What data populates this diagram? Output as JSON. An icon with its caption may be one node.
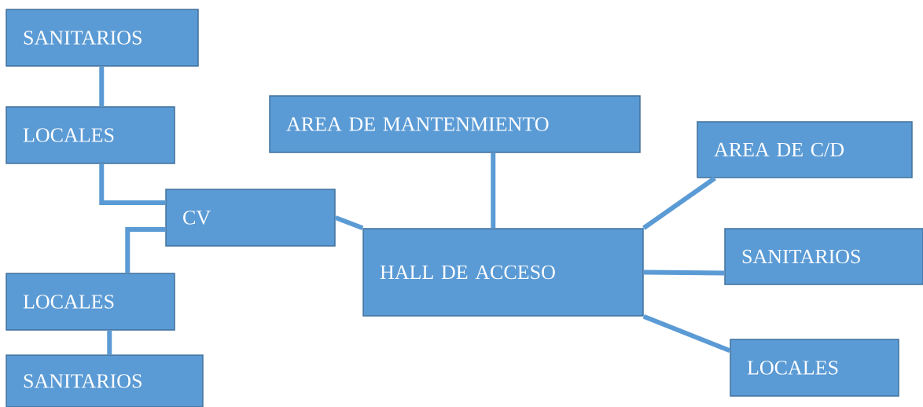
{
  "diagram": {
    "nodes": [
      {
        "text": [
          "SANITARIOS"
        ]
      },
      {
        "text": [
          "LOCALES"
        ]
      },
      {
        "text": [
          "AREA DE MANTENMIENTO"
        ]
      },
      {
        "text": [
          "AREA DE C/D"
        ]
      },
      {
        "text": [
          "CV"
        ]
      },
      {
        "text": [
          "HALL DE ACCESO"
        ]
      },
      {
        "text": [
          "SANITARIOS"
        ]
      },
      {
        "text": [
          "LOCALES"
        ]
      },
      {
        "text": [
          "LOCALES"
        ]
      },
      {
        "text": [
          "SANITARIOS"
        ]
      }
    ],
    "edges": [
      {
        "from": 0,
        "to": 1,
        "arrow": "none"
      },
      {
        "from": 1,
        "to": 4,
        "arrow": "none"
      },
      {
        "from": 4,
        "to": 7,
        "arrow": "none"
      },
      {
        "from": 7,
        "to": 9,
        "arrow": "none"
      },
      {
        "from": 4,
        "to": 5,
        "arrow": "none"
      },
      {
        "from": 2,
        "to": 5,
        "arrow": "none"
      },
      {
        "from": 5,
        "to": 3,
        "arrow": "none"
      },
      {
        "from": 5,
        "to": 6,
        "arrow": "none"
      },
      {
        "from": 5,
        "to": 8,
        "arrow": "none"
      }
    ]
  }
}
